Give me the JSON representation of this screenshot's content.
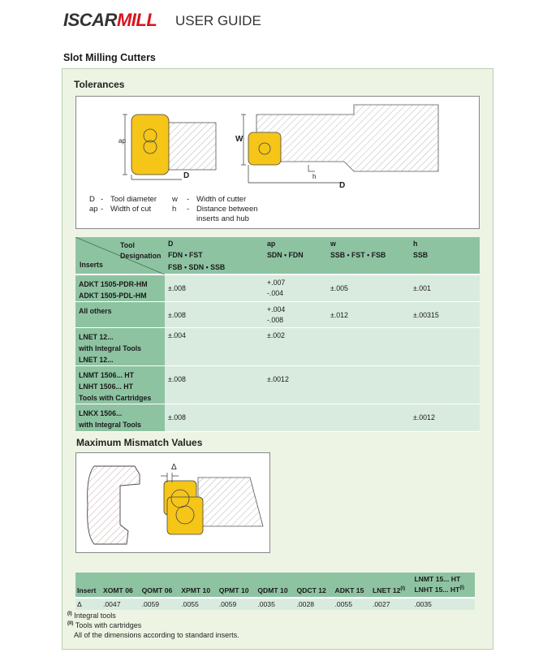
{
  "header": {
    "brand_part1": "ISCAR",
    "brand_part2": "MILL",
    "guide": "USER GUIDE"
  },
  "section": {
    "title": "Slot Milling Cutters"
  },
  "tolerances": {
    "title": "Tolerances",
    "labels": {
      "ap": "ap",
      "D_left": "D",
      "W": "W",
      "h": "h",
      "D_right": "D"
    },
    "legend": {
      "D_sym": "D",
      "D_dash": "-",
      "D_text": "Tool diameter",
      "ap_sym": "ap",
      "ap_dash": "-",
      "ap_text": "Width of cut",
      "w_sym": "w",
      "w_dash": "-",
      "w_text": "Width of cutter",
      "h_sym": "h",
      "h_dash": "-",
      "h_text1": "Distance between",
      "h_text2": "inserts and hub"
    },
    "table": {
      "corner_tool": "Tool",
      "corner_designation": "Designation",
      "corner_inserts": "Inserts",
      "columns": [
        {
          "name": "D",
          "sub1": "FDN • FST",
          "sub2": "FSB • SDN • SSB"
        },
        {
          "name": "ap",
          "sub1": "SDN • FDN",
          "sub2": ""
        },
        {
          "name": "w",
          "sub1": "SSB • FST • FSB",
          "sub2": ""
        },
        {
          "name": "h",
          "sub1": "SSB",
          "sub2": ""
        }
      ],
      "rows": [
        {
          "l1": "ADKT 1505-PDR-HM",
          "l2": "ADKT 1505-PDL-HM",
          "l3": "",
          "l4": "",
          "d": "±.008",
          "ap1": "+.007",
          "ap2": "-.004",
          "w": "±.005",
          "h": "±.001"
        },
        {
          "l1": "All others",
          "l2": "",
          "l3": "",
          "l4": "",
          "d": "±.008",
          "ap1": "+.004",
          "ap2": "-.008",
          "w": "±.012",
          "h": "±.00315"
        },
        {
          "l1": "LNET 12...",
          "l2": "with Integral Tools",
          "l3": "LNET 12...",
          "l4": "",
          "d": "±.004",
          "ap1": "±.002",
          "ap2": "",
          "w": "",
          "h": ""
        },
        {
          "l1": "LNMT 1506... HT",
          "l2": "LNHT 1506... HT",
          "l3": "Tools with Cartridges",
          "l4": "",
          "d": "±.008",
          "ap1": "±.0012",
          "ap2": "",
          "w": "",
          "h": ""
        },
        {
          "l1": "LNKX 1506...",
          "l2": "with Integral Tools",
          "l3": "",
          "l4": "",
          "d": "±.008",
          "ap1": "",
          "ap2": "",
          "w": "",
          "h": "±.0012"
        }
      ]
    }
  },
  "mismatch": {
    "title": "Maximum Mismatch Values",
    "delta_label": "Δ",
    "table": {
      "header": [
        "Insert",
        "XOMT 06",
        "QOMT 06",
        "XPMT 10",
        "QPMT 10",
        "QDMT 10",
        "QDCT 12",
        "ADKT 15",
        "LNET 12",
        "LNMT 15... HT"
      ],
      "header_lnet_sup": "(I)",
      "header_last2": "LNHT 15... HT",
      "header_last2_sup": "(I)",
      "values": [
        "Δ",
        ".0047",
        ".0059",
        ".0055",
        ".0059",
        ".0035",
        ".0028",
        ".0055",
        ".0027",
        ".0035"
      ]
    }
  },
  "notes": {
    "n1_mark": "(I)",
    "n1_text": "Integral tools",
    "n2_mark": "(II)",
    "n2_text": "Tools with cartridges",
    "n3_text": "All of the dimensions according to standard inserts."
  },
  "colors": {
    "brand_red": "#d8141c",
    "insert_yellow": "#f5c518",
    "table_header": "#8ec3a2",
    "table_cell": "#d9ebdf",
    "panel_bg": "#eef4e4"
  }
}
